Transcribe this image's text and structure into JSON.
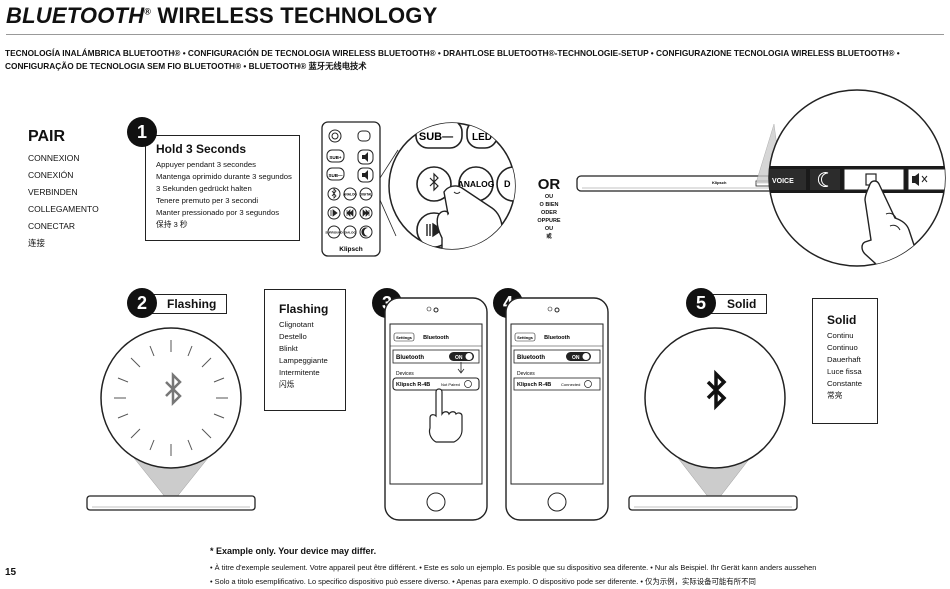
{
  "header": {
    "title_brand": "BLUETOOTH",
    "title_mark": "®",
    "title_rest": " WIRELESS TECHNOLOGY",
    "languages_line1": "TECNOLOGÍA INALÁMBRICA BLUETOOTH® • CONFIGURACIÓN DE TECNOLOGIA WIRELESS BLUETOOTH® • DRAHTLOSE BLUETOOTH®-TECHNOLOGIE-SETUP • CONFIGURAZIONE TECNOLOGIA WIRELESS BLUETOOTH® •",
    "languages_line2": "CONFIGURAÇÃO DE TECNOLOGIA SEM FIO BLUETOOTH® • BLUETOOTH® 蓝牙无线电技术"
  },
  "pair": {
    "heading": "PAIR",
    "items": [
      "CONNEXION",
      "CONEXIÓN",
      "VERBINDEN",
      "COLLEGAMENTO",
      "CONECTAR",
      "连接"
    ]
  },
  "step1": {
    "number": "1",
    "heading": "Hold 3 Seconds",
    "lines": [
      "Appuyer pendant 3 secondes",
      "Mantenga oprimido durante 3 segundos",
      "3 Sekunden gedrückt halten",
      "Tenere premuto per 3 secondi",
      "Manter pressionado por 3 segundos",
      "保持 3 秒"
    ]
  },
  "remote": {
    "brand": "Klipsch",
    "zoom_sub": "SUB—",
    "zoom_led": "LED",
    "zoom_analog": "ANALOG",
    "zoom_d": "D",
    "small_sub_plus": "SUB+",
    "small_sub_minus": "SUB—",
    "small_analog": "ANALOG",
    "small_digital": "DIGITAL",
    "small_surround": "SURROUND",
    "small_dialog": "DIALOG"
  },
  "or": {
    "big": "OR",
    "lines": [
      "OU",
      "O BIEN",
      "ODER",
      "OPPURE",
      "OU",
      "或"
    ]
  },
  "soundbar": {
    "brand": "Klipsch",
    "voice": "VOICE"
  },
  "step2": {
    "number": "2",
    "tag": "Flashing",
    "heading": "Flashing",
    "lines": [
      "Clignotant",
      "Destello",
      "Blinkt",
      "Lampeggiante",
      "Intermitente",
      "闪烁"
    ]
  },
  "step3": {
    "number": "3",
    "back": "Settings",
    "title": "Bluetooth",
    "bt_label": "Bluetooth",
    "toggle": "ON",
    "devices": "Devices",
    "device_name": "Klipsch R-4B",
    "status": "Not Paired"
  },
  "step4": {
    "number": "4",
    "back": "Settings",
    "title": "Bluetooth",
    "bt_label": "Bluetooth",
    "toggle": "ON",
    "devices": "Devices",
    "device_name": "Klipsch R-4B",
    "status": "Connected"
  },
  "step5": {
    "number": "5",
    "tag": "Solid",
    "heading": "Solid",
    "lines": [
      "Continu",
      "Continuo",
      "Dauerhaft",
      "Luce fissa",
      "Constante",
      "常亮"
    ]
  },
  "footer": {
    "note": "* Example only. Your device may differ.",
    "line1": "• À titre d'exemple seulement. Votre appareil peut être différent. • Este es solo un ejemplo. Es posible que su dispositivo sea diferente. • Nur als Beispiel. Ihr Gerät kann anders aussehen",
    "line2": "• Solo a titolo esemplificativo. Lo specifico dispositivo può essere diverso. • Apenas para exemplo. O dispositivo pode ser diferente. • 仅为示例，实际设备可能有所不同",
    "page": "15"
  },
  "icons": [
    "bluetooth-icon",
    "moon-icon",
    "mute-icon",
    "power-icon",
    "volume-icon",
    "play-pause-icon",
    "skip-back-icon",
    "skip-forward-icon",
    "hand-icon",
    "chevron-right-icon",
    "down-arrow-icon"
  ]
}
